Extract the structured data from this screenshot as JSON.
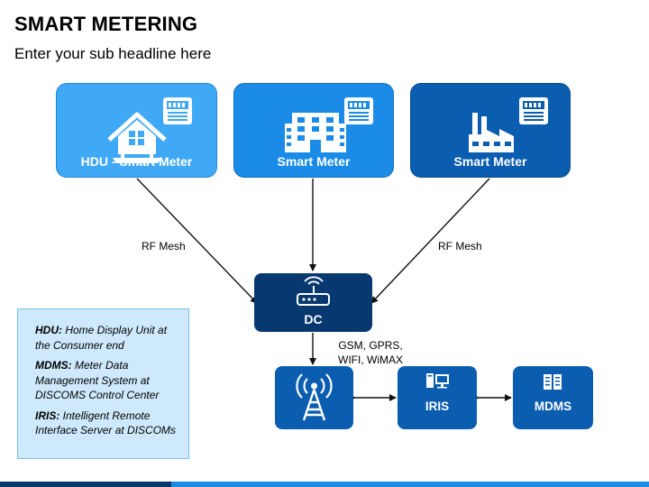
{
  "header": {
    "title": "SMART METERING",
    "subtitle": "Enter your sub headline here"
  },
  "nodes": {
    "hdu": {
      "label": "HDU - Smart Meter",
      "icon": "house-icon"
    },
    "smart_meter": {
      "label": "Smart Meter",
      "icon": "building-icon"
    },
    "industrial": {
      "label": "Smart Meter",
      "icon": "factory-icon"
    },
    "dc": {
      "label": "DC",
      "icon": "router-icon"
    },
    "tower": {
      "label": "",
      "icon": "antenna-tower-icon"
    },
    "iris": {
      "label": "IRIS",
      "icon": "computer-icon"
    },
    "mdms": {
      "label": "MDMS",
      "icon": "server-icon"
    }
  },
  "connections": {
    "rf_left": "RF Mesh",
    "rf_right": "RF Mesh",
    "gsm_line1": "GSM, GPRS,",
    "gsm_line2": "WIFI, WiMAX"
  },
  "legend": {
    "items": [
      {
        "term": "HDU:",
        "text": " Home Display Unit at the Consumer end"
      },
      {
        "term": "MDMS:",
        "text": "  Meter Data Management System at DISCOMS Control Center"
      },
      {
        "term": "IRIS:",
        "text": " Intelligent Remote Interface Server at DISCOMs"
      }
    ]
  },
  "colors": {
    "light_blue": "#3fa9f5",
    "mid_blue": "#1a8ce8",
    "dark_blue": "#0b5db0",
    "navy": "#07386f",
    "legend_bg": "#cde9fb"
  }
}
